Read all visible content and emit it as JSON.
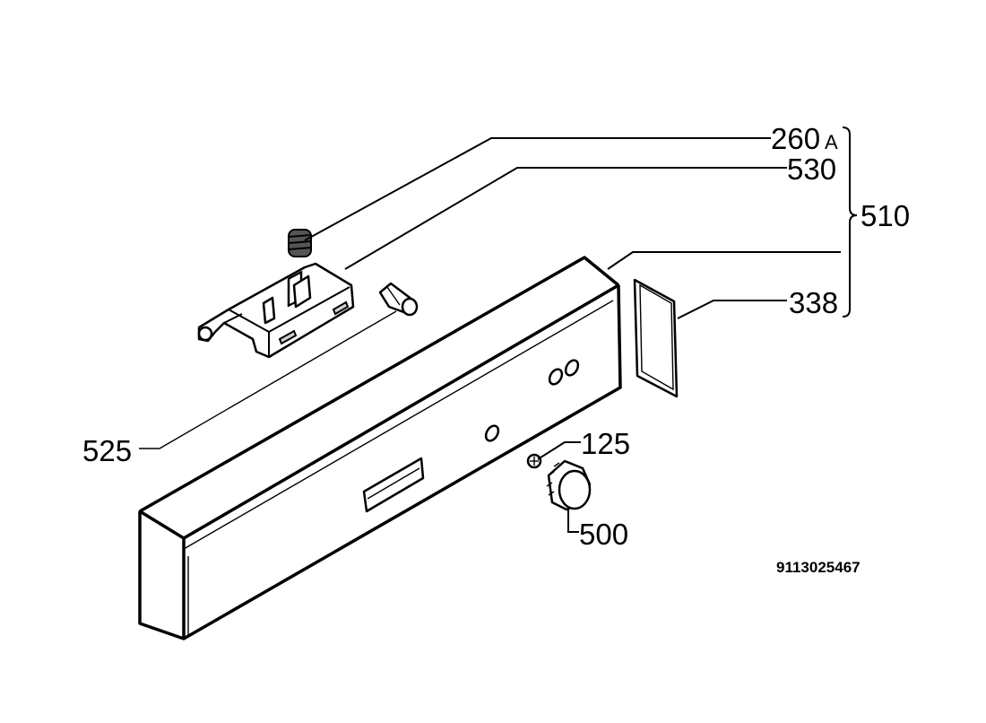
{
  "labels": {
    "p260": "260",
    "p260_suffix": "A",
    "p530": "530",
    "p510": "510",
    "p338": "338",
    "p525": "525",
    "p125": "125",
    "p500": "500"
  },
  "drawing_code": "9113025467"
}
